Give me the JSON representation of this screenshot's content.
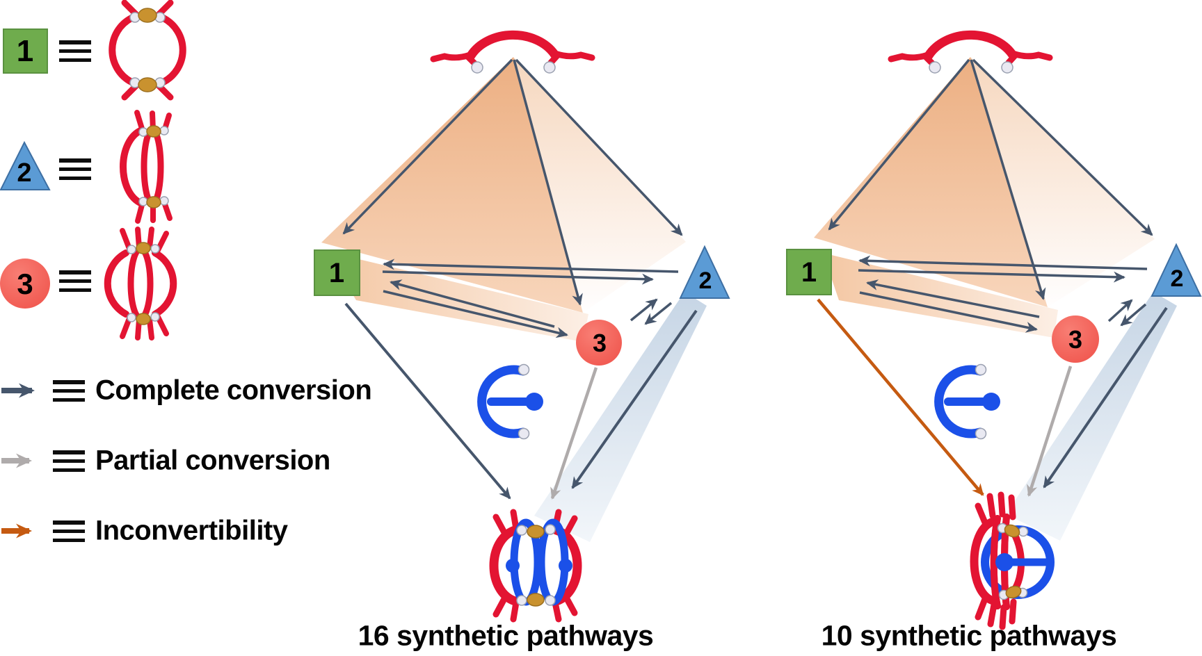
{
  "legend": {
    "equivalence_symbol": "≡",
    "items": [
      {
        "number": "1",
        "shape": "green-square",
        "structure": "red-macrocycle"
      },
      {
        "number": "2",
        "shape": "blue-triangle",
        "structure": "red-figure-eight"
      },
      {
        "number": "3",
        "shape": "red-circle",
        "structure": "red-cage"
      }
    ],
    "arrow_meanings": [
      {
        "label": "Complete conversion",
        "color": "#46566C"
      },
      {
        "label": "Partial conversion",
        "color": "#AFABAB"
      },
      {
        "label": "Inconvertibility",
        "color": "#C55A11"
      }
    ]
  },
  "diagrams": [
    {
      "caption": "16 synthetic pathways",
      "node1": "1",
      "node2": "2",
      "node3": "3"
    },
    {
      "caption": "10 synthetic pathways",
      "node1": "1",
      "node2": "2",
      "node3": "3"
    }
  ],
  "colors": {
    "complete_conversion": "#46566C",
    "partial_conversion": "#AFABAB",
    "inconvertibility": "#C55A11",
    "node1_fill": "#6FAC4D",
    "node2_fill": "#5B9BD5",
    "node3_fill": "#F4615A",
    "red_strand": "#E31432",
    "blue_strand": "#1B50E8",
    "gold_joint": "#C9922F",
    "peach_fan": "#ECAF82",
    "blue_fan": "#C6D5E5"
  }
}
